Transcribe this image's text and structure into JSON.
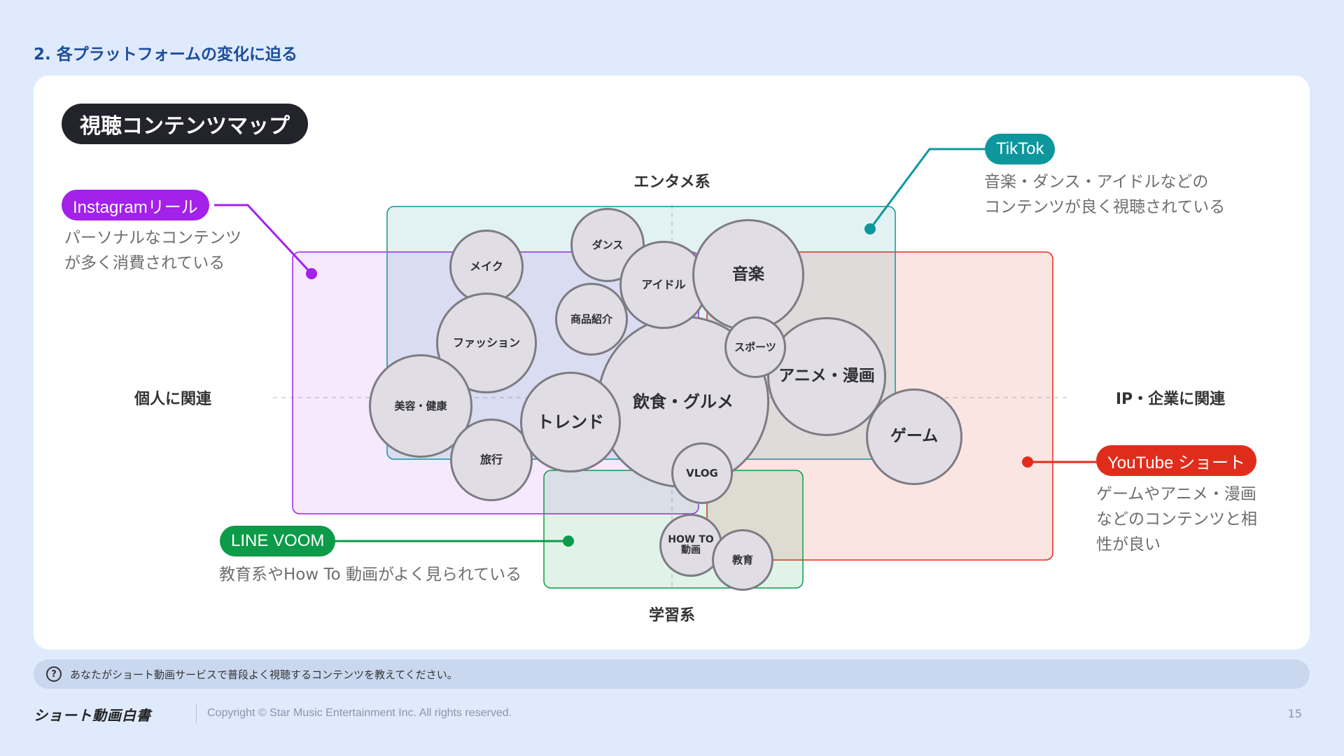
{
  "section_title": "2. 各プラットフォームの変化に迫る",
  "map_title": "視聴コンテンツマップ",
  "axes": {
    "top": "エンタメ系",
    "bottom": "学習系",
    "left": "個人に関連",
    "right": "IP・企業に関連"
  },
  "platforms": {
    "instagram": {
      "label": "Instagramリール",
      "desc": "パーソナルなコンテンツ\nが多く消費されている",
      "color": "#a321e8"
    },
    "tiktok": {
      "label": "TikTok",
      "desc": "音楽・ダンス・アイドルなどの\nコンテンツが良く視聴されている",
      "color": "#0d979d"
    },
    "youtube": {
      "label": "YouTube ショート",
      "desc": "ゲームやアニメ・漫画\nなどのコンテンツと相\n性が良い",
      "color": "#e02d1b"
    },
    "line": {
      "label": "LINE VOOM",
      "desc": "教育系やHow To 動画がよく見られている",
      "color": "#0c9b48"
    }
  },
  "bubbles": [
    {
      "label": "メイク"
    },
    {
      "label": "ダンス"
    },
    {
      "label": "アイドル"
    },
    {
      "label": "音楽"
    },
    {
      "label": "商品紹介"
    },
    {
      "label": "ファッション"
    },
    {
      "label": "スポーツ"
    },
    {
      "label": "飲食・グルメ"
    },
    {
      "label": "アニメ・漫画"
    },
    {
      "label": "美容・健康"
    },
    {
      "label": "トレンド"
    },
    {
      "label": "ゲーム"
    },
    {
      "label": "旅行"
    },
    {
      "label": "VLOG"
    },
    {
      "label": "HOW TO\n動画"
    },
    {
      "label": "教育"
    }
  ],
  "question": "あなたがショート動画サービスで普段よく視聴するコンテンツを教えてください。",
  "footer": {
    "logo": "ショート動画白書",
    "copyright": "Copyright © Star Music Entertainment Inc. All rights reserved.",
    "page": "15"
  }
}
